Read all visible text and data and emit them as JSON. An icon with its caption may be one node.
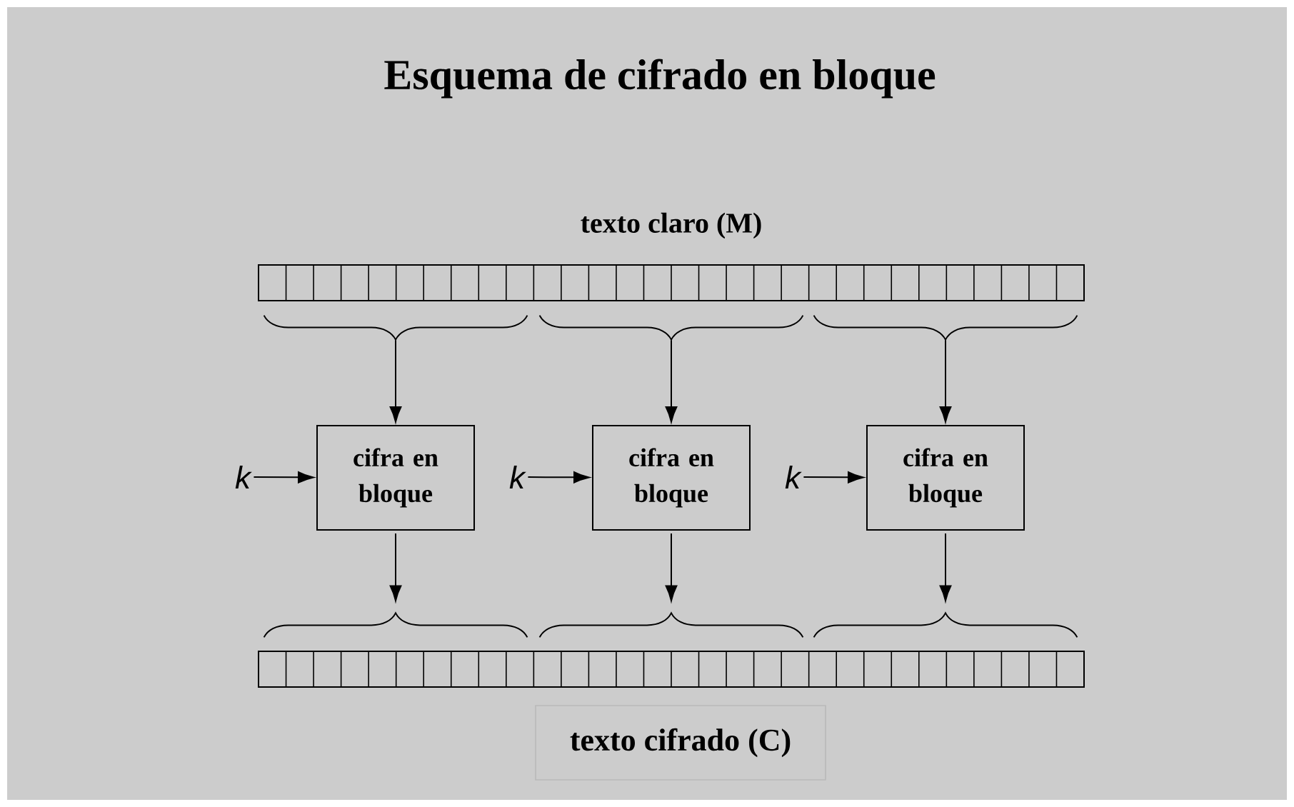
{
  "diagram": {
    "title": "Esquema de cifrado en bloque",
    "nodes": [
      {
        "text": [
          "texto claro (M)"
        ]
      },
      {
        "text": [],
        "shape": "brace"
      },
      {
        "text": [],
        "shape": "brace"
      },
      {
        "text": [],
        "shape": "brace"
      },
      {
        "text": [
          "k"
        ]
      },
      {
        "text": [
          "cifra en bloque"
        ]
      },
      {
        "text": [
          "k"
        ]
      },
      {
        "text": [
          "cifra en bloque"
        ]
      },
      {
        "text": [
          "k"
        ]
      },
      {
        "text": [
          "cifra en bloque"
        ]
      },
      {
        "text": [],
        "shape": "brace"
      },
      {
        "text": [],
        "shape": "brace"
      },
      {
        "text": [],
        "shape": "brace"
      },
      {
        "text": [],
        "shape": "bar"
      },
      {
        "text": [
          "texto cifrado (C)"
        ]
      }
    ],
    "edges": [
      {
        "from": 1,
        "to": 5,
        "arrow": "to"
      },
      {
        "from": 2,
        "to": 7,
        "arrow": "to"
      },
      {
        "from": 3,
        "to": 9,
        "arrow": "to"
      },
      {
        "from": 4,
        "to": 5,
        "arrow": "to"
      },
      {
        "from": 6,
        "to": 7,
        "arrow": "to"
      },
      {
        "from": 8,
        "to": 9,
        "arrow": "to"
      },
      {
        "from": 5,
        "to": 10,
        "arrow": "to"
      },
      {
        "from": 7,
        "to": 11,
        "arrow": "to"
      },
      {
        "from": 9,
        "to": 12,
        "arrow": "to"
      }
    ]
  }
}
